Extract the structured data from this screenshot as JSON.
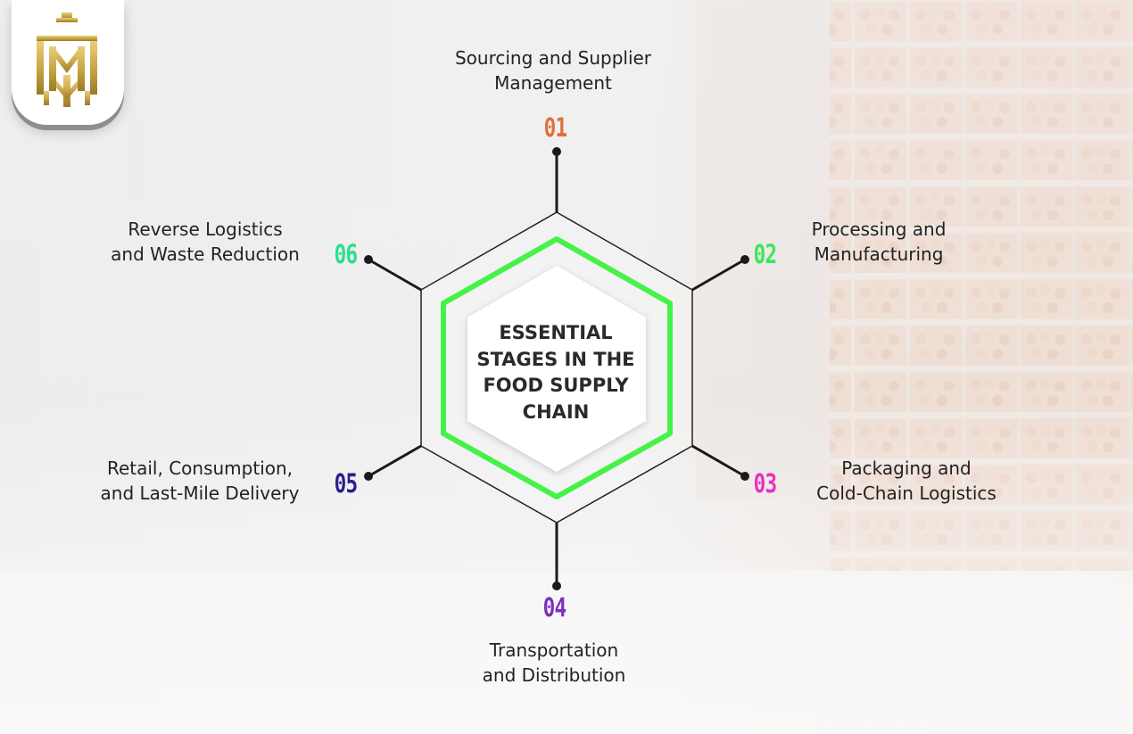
{
  "center": {
    "lines": [
      "ESSENTIAL",
      "STAGES IN THE",
      "FOOD SUPPLY",
      "CHAIN"
    ]
  },
  "stages": [
    {
      "number": "01",
      "lines": [
        "Sourcing and Supplier",
        "Management"
      ],
      "color": "#e0703a"
    },
    {
      "number": "02",
      "lines": [
        "Processing and",
        "Manufacturing"
      ],
      "color": "#39e85a"
    },
    {
      "number": "03",
      "lines": [
        "Packaging and",
        "Cold-Chain Logistics"
      ],
      "color": "#e62fc0"
    },
    {
      "number": "04",
      "lines": [
        "Transportation",
        "and Distribution"
      ],
      "color": "#7b2fbf"
    },
    {
      "number": "05",
      "lines": [
        "Retail, Consumption,",
        "and Last-Mile Delivery"
      ],
      "color": "#2a1d8f"
    },
    {
      "number": "06",
      "lines": [
        "Reverse Logistics",
        "and Waste Reduction"
      ],
      "color": "#28e08a"
    }
  ],
  "colors": {
    "hexagon_accent": "#45f248",
    "connector": "#1a1a1a",
    "logo_gold": "#c9a646"
  }
}
